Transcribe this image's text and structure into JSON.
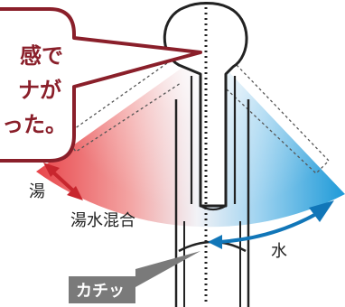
{
  "callout": {
    "lines": [
      "感で",
      "ナが",
      "った。"
    ]
  },
  "labels": {
    "hot": "湯",
    "mix": "湯水混合",
    "cold": "水",
    "click": "カチッ"
  },
  "colors": {
    "hot": "#e8454a",
    "cold": "#1e9ad8",
    "callout_border": "#8a1f2a",
    "hot_arrow": "#c8262e",
    "cold_arrow": "#1176b8",
    "click_badge": "#7a7a7a"
  }
}
